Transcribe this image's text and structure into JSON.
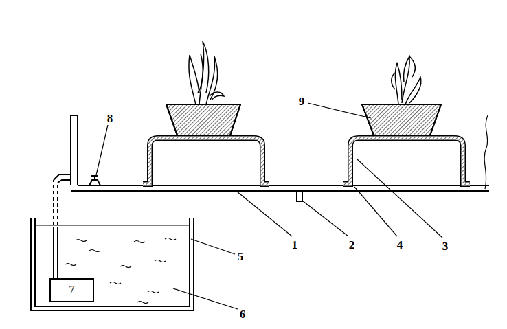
{
  "diagram": {
    "nodes": [
      {
        "text": [
          "7"
        ]
      }
    ],
    "labels": [
      "8",
      "9",
      "1",
      "2",
      "4",
      "3",
      "5",
      "6"
    ]
  }
}
